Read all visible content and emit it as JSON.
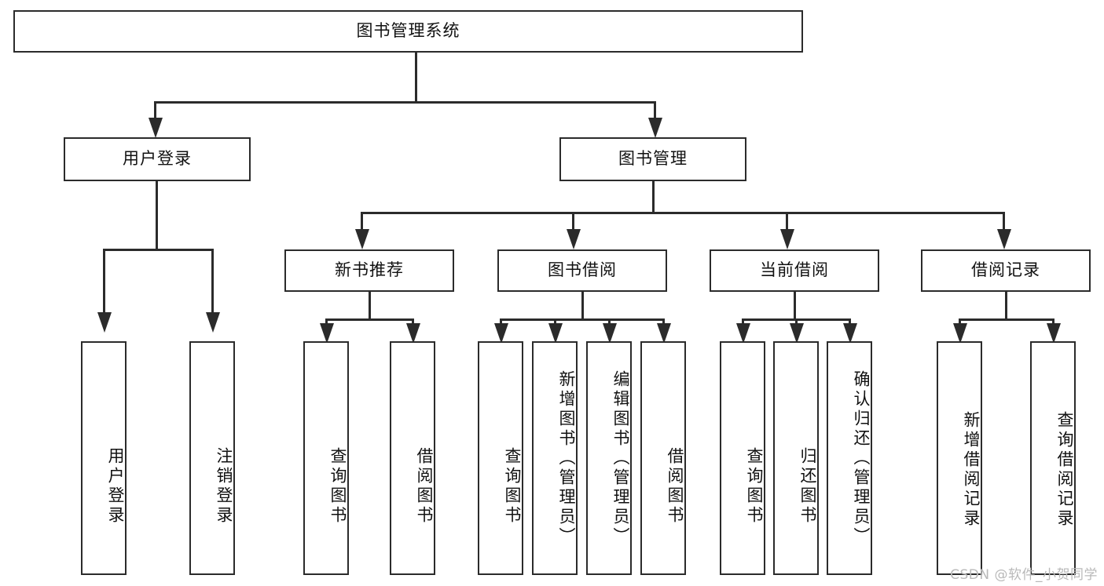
{
  "diagram": {
    "title": "图书管理系统",
    "type": "hierarchy-tree",
    "root": {
      "label": "图书管理系统",
      "id": "root"
    },
    "level2": [
      {
        "id": "user-login",
        "label": "用户登录"
      },
      {
        "id": "book-management",
        "label": "图书管理"
      }
    ],
    "level3": [
      {
        "id": "new-book-recommend",
        "label": "新书推荐",
        "parent": "book-management"
      },
      {
        "id": "book-borrow",
        "label": "图书借阅",
        "parent": "book-management"
      },
      {
        "id": "current-borrow",
        "label": "当前借阅",
        "parent": "book-management"
      },
      {
        "id": "borrow-record",
        "label": "借阅记录",
        "parent": "book-management"
      }
    ],
    "leaves": {
      "user_login": [
        {
          "id": "leaf-user-login",
          "label": "用户登录"
        },
        {
          "id": "leaf-logout-login",
          "label": "注销登录"
        }
      ],
      "new_book_recommend": [
        {
          "id": "leaf-query-book-1",
          "label": "查询图书"
        },
        {
          "id": "leaf-borrow-book-1",
          "label": "借阅图书"
        }
      ],
      "book_borrow": [
        {
          "id": "leaf-query-book-2",
          "label": "查询图书"
        },
        {
          "id": "leaf-add-book",
          "label": "新增图书（管理员）"
        },
        {
          "id": "leaf-edit-book",
          "label": "编辑图书（管理员）"
        },
        {
          "id": "leaf-borrow-book-2",
          "label": "借阅图书"
        }
      ],
      "current_borrow": [
        {
          "id": "leaf-query-book-3",
          "label": "查询图书"
        },
        {
          "id": "leaf-return-book",
          "label": "归还图书"
        },
        {
          "id": "leaf-confirm-return",
          "label": "确认归还（管理员）"
        }
      ],
      "borrow_record": [
        {
          "id": "leaf-add-record",
          "label": "新增借阅记录"
        },
        {
          "id": "leaf-query-record",
          "label": "查询借阅记录"
        }
      ]
    }
  },
  "watermark": {
    "text": "CSDN @软件_小贺同学"
  },
  "colors": {
    "stroke": "#2b2b2b",
    "fill": "#ffffff",
    "text": "#111111",
    "watermark": "#b9b9b9"
  }
}
